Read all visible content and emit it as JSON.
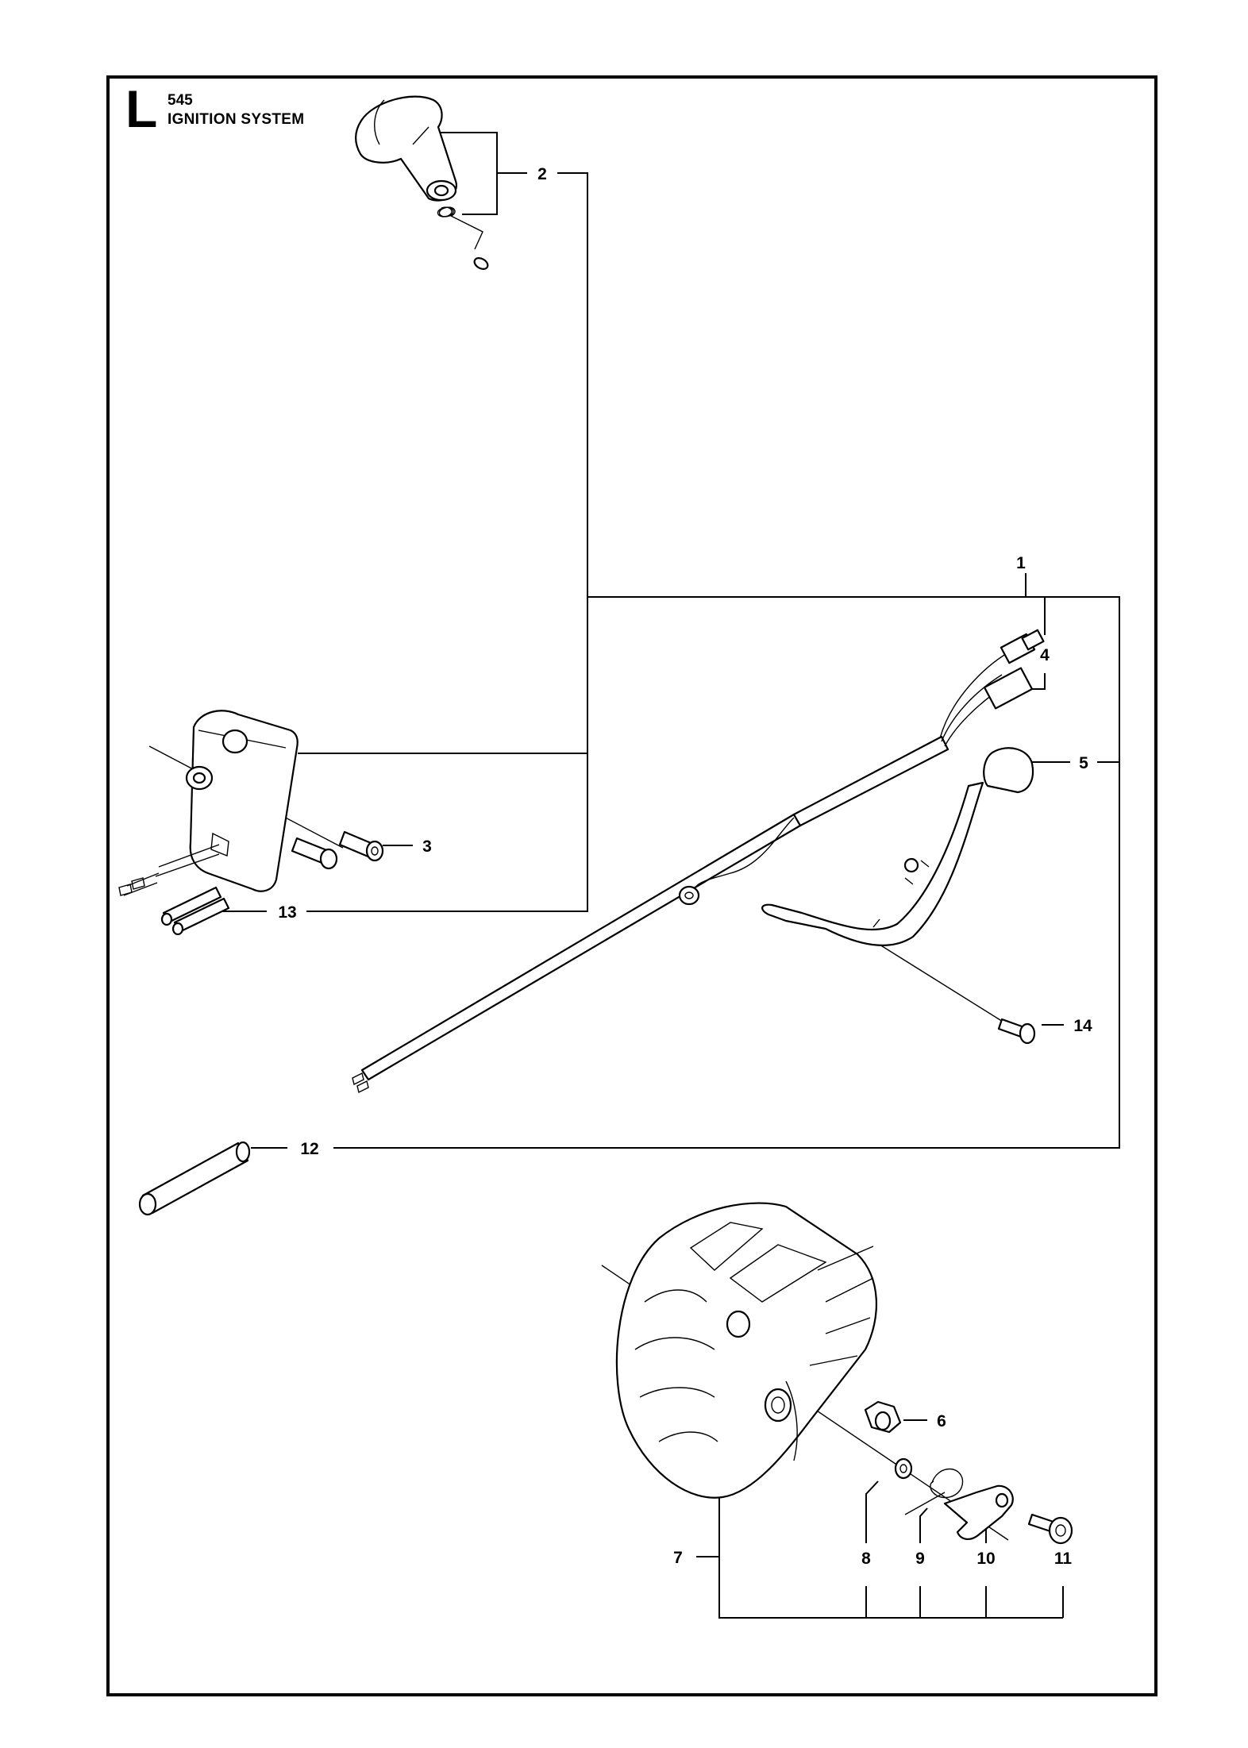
{
  "header": {
    "section_letter": "L",
    "model_number": "545",
    "section_title": "IGNITION SYSTEM"
  },
  "callouts": [
    "1",
    "2",
    "3",
    "4",
    "5",
    "6",
    "7",
    "8",
    "9",
    "10",
    "11",
    "12",
    "13",
    "14"
  ],
  "colors": {
    "line": "#000000",
    "background": "#ffffff"
  }
}
